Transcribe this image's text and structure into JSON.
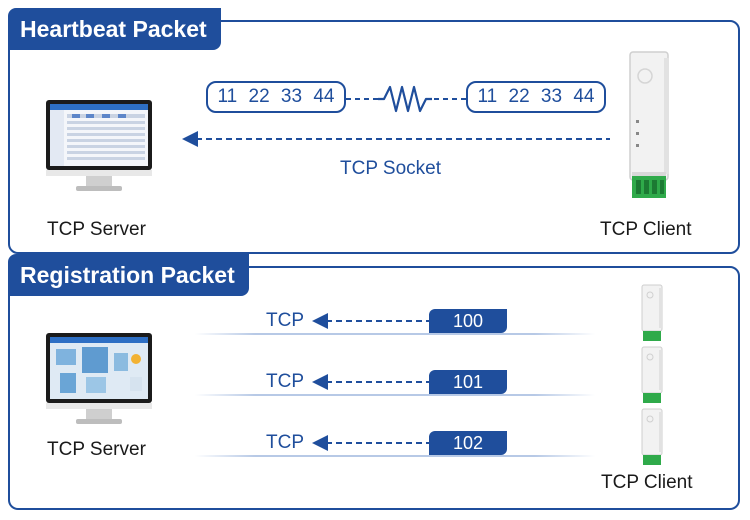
{
  "heartbeat": {
    "title": "Heartbeat Packet",
    "server_label": "TCP Server",
    "client_label": "TCP Client",
    "packet_left": "11 22 33 44",
    "packet_right": "11 22 33 44",
    "socket_label": "TCP Socket"
  },
  "registration": {
    "title": "Registration Packet",
    "server_label": "TCP Server",
    "client_label": "TCP Client",
    "rows": [
      {
        "protocol": "TCP",
        "id": "100"
      },
      {
        "protocol": "TCP",
        "id": "101"
      },
      {
        "protocol": "TCP",
        "id": "102"
      }
    ]
  },
  "colors": {
    "accent": "#1f4e9c",
    "terminal_green": "#2faa4a"
  },
  "icons": [
    "monitor-icon",
    "din-rail-device-icon",
    "spring-icon",
    "arrow-left-icon"
  ]
}
